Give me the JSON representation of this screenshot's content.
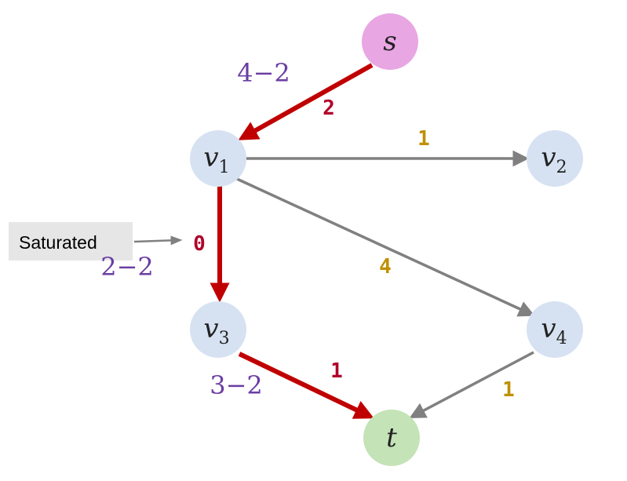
{
  "colors": {
    "source_fill": "#e8a6e3",
    "sink_fill": "#c4e3b7",
    "node_fill": "#d6e2f2",
    "flow_edge": "#c00000",
    "plain_edge": "#808080",
    "flow_label": "#b0002a",
    "capacity_label": "#c09000",
    "expr_label": "#6a3da2",
    "callout_bg": "#e6e6e6"
  },
  "nodes": {
    "s": {
      "label": "s",
      "sub": ""
    },
    "v1": {
      "label": "v",
      "sub": "1"
    },
    "v2": {
      "label": "v",
      "sub": "2"
    },
    "v3": {
      "label": "v",
      "sub": "3"
    },
    "v4": {
      "label": "v",
      "sub": "4"
    },
    "t": {
      "label": "t",
      "sub": ""
    }
  },
  "edges": {
    "s_v1": {
      "capacity_label": "2",
      "expression": "4−2",
      "in_path": true
    },
    "v1_v2": {
      "capacity_label": "1",
      "expression": "",
      "in_path": false
    },
    "v1_v3": {
      "capacity_label": "0",
      "expression": "2−2",
      "in_path": true
    },
    "v1_v4": {
      "capacity_label": "4",
      "expression": "",
      "in_path": false
    },
    "v3_t": {
      "capacity_label": "1",
      "expression": "3−2",
      "in_path": true
    },
    "v4_t": {
      "capacity_label": "1",
      "expression": "",
      "in_path": false
    }
  },
  "callout": {
    "text": "Saturated"
  }
}
